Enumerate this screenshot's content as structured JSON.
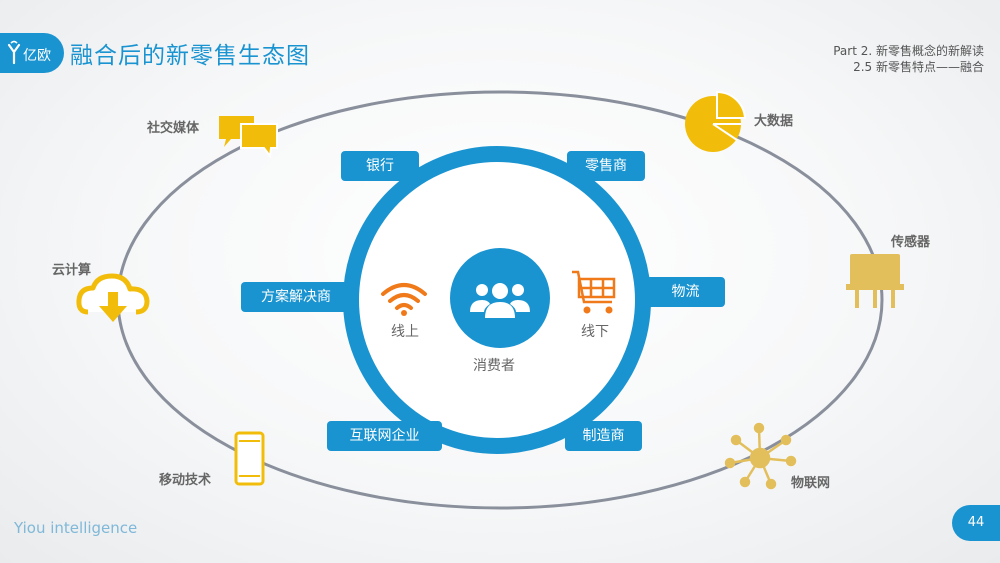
{
  "header": {
    "title": "融合后的新零售生态图",
    "part_line1": "Part 2. 新零售概念的新解读",
    "part_line2": "2.5 新零售特点——融合"
  },
  "center": {
    "label": "消费者",
    "online": "线上",
    "offline": "线下"
  },
  "inner_nodes": {
    "bank": "银行",
    "retailer": "零售商",
    "solutions": "方案解决商",
    "logistics": "物流",
    "internet": "互联网企业",
    "manufacturer": "制造商"
  },
  "outer_nodes": {
    "social": "社交媒体",
    "bigdata": "大数据",
    "cloud": "云计算",
    "sensor": "传感器",
    "mobile": "移动技术",
    "iot": "物联网"
  },
  "footer": {
    "brand": "Yiou intelligence",
    "page": "44"
  },
  "colors": {
    "accent": "#1a94d1",
    "icon_yellow": "#f2bd0a",
    "sensor_tan": "#e3bf5c",
    "orange": "#f07a1a",
    "ellipse_gray": "#8a8f9c"
  }
}
